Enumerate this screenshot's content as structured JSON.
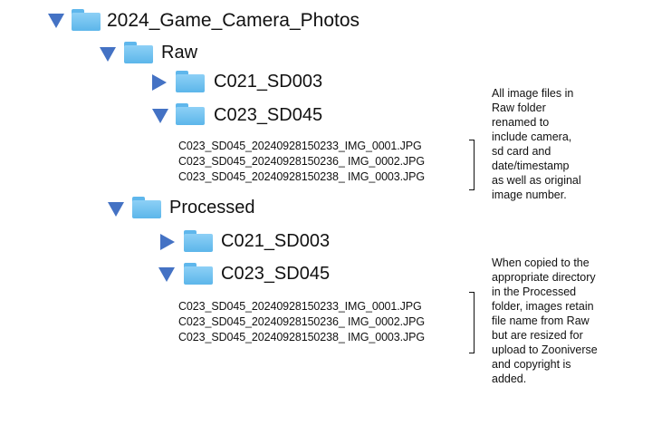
{
  "tree": {
    "root": "2024_Game_Camera_Photos",
    "raw": {
      "label": "Raw",
      "sub1": "C021_SD003",
      "sub2": "C023_SD045",
      "files": [
        "C023_SD045_20240928150233_IMG_0001.JPG",
        "C023_SD045_20240928150236_ IMG_0002.JPG",
        "C023_SD045_20240928150238_ IMG_0003.JPG"
      ]
    },
    "processed": {
      "label": "Processed",
      "sub1": "C021_SD003",
      "sub2": "C023_SD045",
      "files": [
        "C023_SD045_20240928150233_IMG_0001.JPG",
        "C023_SD045_20240928150236_ IMG_0002.JPG",
        "C023_SD045_20240928150238_ IMG_0003.JPG"
      ]
    }
  },
  "notes": {
    "raw": "All image files in\nRaw folder\nrenamed to\ninclude camera,\nsd card and\ndate/timestamp\nas well as original\nimage number.",
    "processed": "When copied to the\nappropriate directory\nin the Processed\nfolder, images retain\nfile name from Raw\nbut are resized for\nupload to Zooniverse\nand copyright is\nadded."
  },
  "colors": {
    "triangle": "#4472c4",
    "folder": "#6cc0f0"
  }
}
